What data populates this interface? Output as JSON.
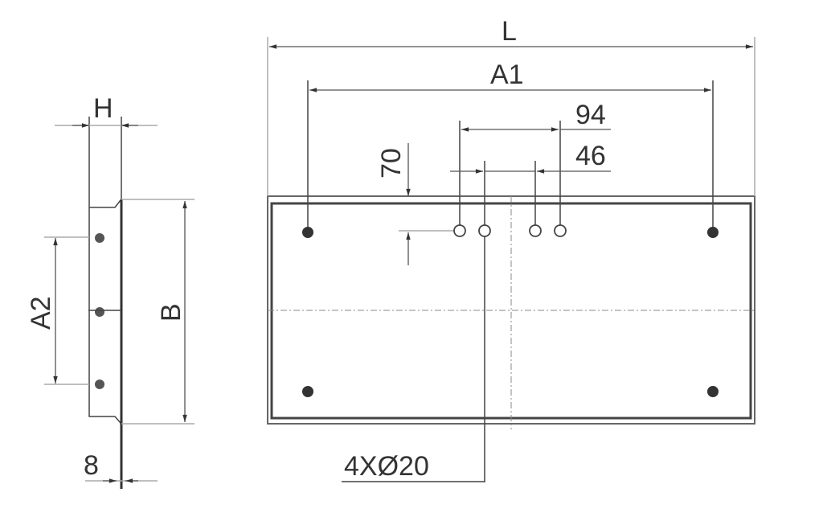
{
  "diagram": {
    "title": "Mounting plate technical drawing",
    "labels": {
      "length": "L",
      "hole_spacing_outer": "A1",
      "spacing_94": "94",
      "spacing_46": "46",
      "offset_70": "70",
      "height": "H",
      "side_hole_spacing": "A2",
      "width": "B",
      "flange": "8",
      "holes": "4XØ20"
    }
  }
}
